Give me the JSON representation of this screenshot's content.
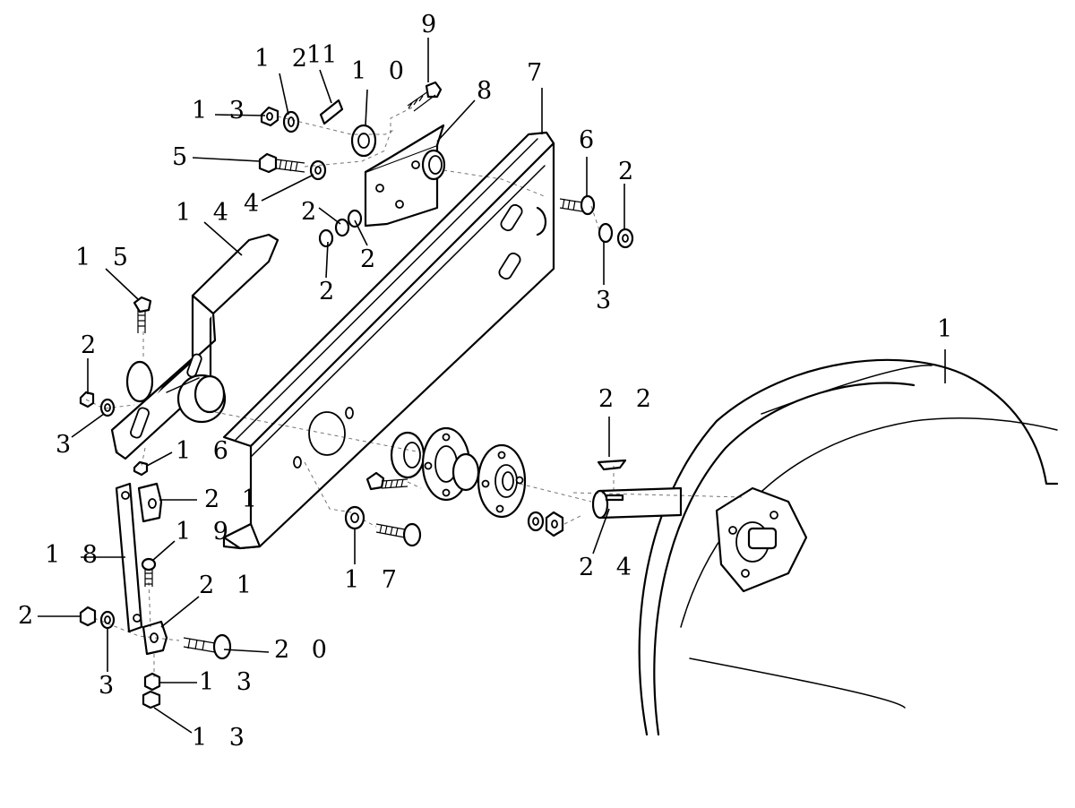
{
  "callouts": [
    {
      "id": "c1",
      "text": "1"
    },
    {
      "id": "c2a",
      "text": "2"
    },
    {
      "id": "c2b",
      "text": "2"
    },
    {
      "id": "c2c",
      "text": "2"
    },
    {
      "id": "c2d",
      "text": "2"
    },
    {
      "id": "c2e",
      "text": "2"
    },
    {
      "id": "c2f",
      "text": "2"
    },
    {
      "id": "c3a",
      "text": "3"
    },
    {
      "id": "c3b",
      "text": "3"
    },
    {
      "id": "c3c",
      "text": "3"
    },
    {
      "id": "c4",
      "text": "4"
    },
    {
      "id": "c5",
      "text": "5"
    },
    {
      "id": "c6",
      "text": "6"
    },
    {
      "id": "c7",
      "text": "7"
    },
    {
      "id": "c8",
      "text": "8"
    },
    {
      "id": "c9",
      "text": "9"
    },
    {
      "id": "c10",
      "text": "1 0"
    },
    {
      "id": "c11",
      "text": "11"
    },
    {
      "id": "c12",
      "text": "1 2"
    },
    {
      "id": "c13a",
      "text": "1 3"
    },
    {
      "id": "c13b",
      "text": "1 3"
    },
    {
      "id": "c13c",
      "text": "1 3"
    },
    {
      "id": "c14",
      "text": "1 4"
    },
    {
      "id": "c15",
      "text": "1 5"
    },
    {
      "id": "c16",
      "text": "1 6"
    },
    {
      "id": "c17",
      "text": "1 7"
    },
    {
      "id": "c18",
      "text": "1 8"
    },
    {
      "id": "c19",
      "text": "1 9"
    },
    {
      "id": "c20",
      "text": "2 0"
    },
    {
      "id": "c21a",
      "text": "2 1"
    },
    {
      "id": "c21b",
      "text": "2 1"
    },
    {
      "id": "c22",
      "text": "2 2"
    },
    {
      "id": "c24",
      "text": "2 4"
    }
  ]
}
